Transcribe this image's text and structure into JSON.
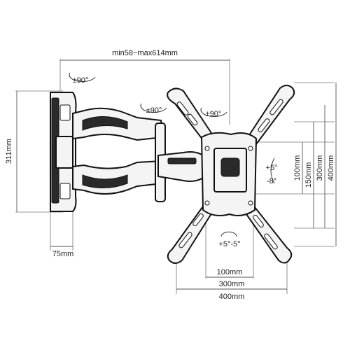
{
  "dimensions": {
    "arm_extension": "min58~max614mm",
    "height": "311mm",
    "wall_plate_width": "75mm",
    "vesa_h_100": "100mm",
    "vesa_h_300": "300mm",
    "vesa_h_400": "400mm",
    "vesa_v_100": "100mm",
    "vesa_v_150": "150mm",
    "vesa_v_300": "300mm",
    "vesa_v_400": "400mm"
  },
  "rotations": {
    "wall_swivel": "±90°",
    "arm_swivel": "±90°",
    "plate_swivel": "±90°",
    "tilt_up": "+5°",
    "tilt_down": "-8°",
    "level_adjust": "+5°-5°"
  }
}
